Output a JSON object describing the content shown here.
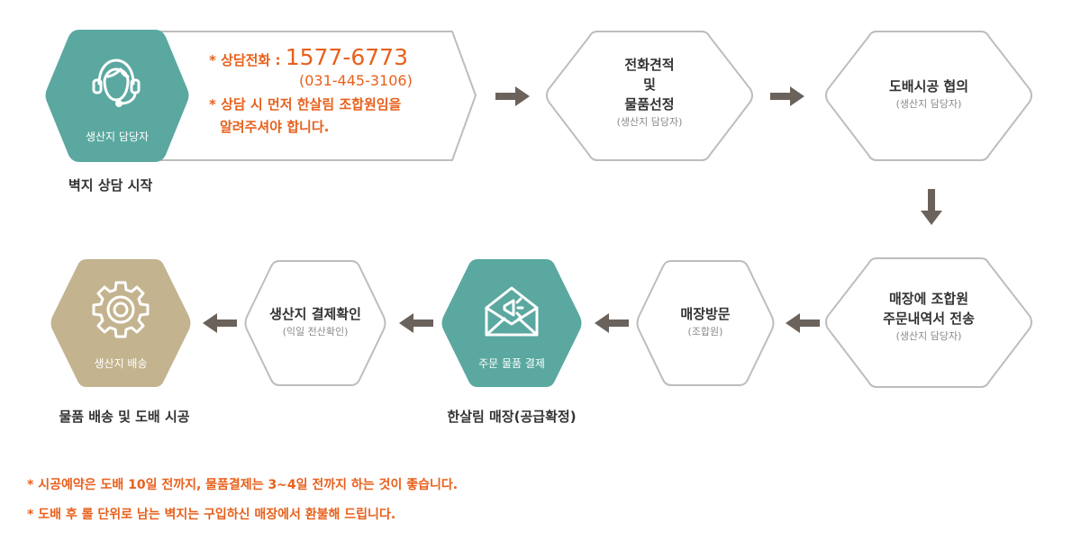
{
  "colors": {
    "teal": "#5aa8a0",
    "gold": "#c3b38f",
    "outline": "#bdbdbd",
    "arrow": "#6a625b",
    "orange": "#e8601c",
    "text": "#333333",
    "subtext": "#8a8a8a"
  },
  "step1": {
    "hex_label": "생산지 담당자",
    "icon": "headset-agent-icon",
    "phone_label": "* 상담전화 : ",
    "phone_number": "1577-6773",
    "phone_alt": "(031-445-3106)",
    "note_line1": "* 상담 시 먼저 한살림 조합원임을",
    "note_line2": "알려주셔야 합니다.",
    "caption": "벽지 상담 시작"
  },
  "step2": {
    "line1": "전화견적",
    "line2": "및",
    "line3": "물품선정",
    "sub": "(생산지 담당자)"
  },
  "step3": {
    "title": "도배시공 협의",
    "sub": "(생산지 담당자)"
  },
  "step4": {
    "line1": "매장에 조합원",
    "line2": "주문내역서 전송",
    "sub": "(생산지 담당자)"
  },
  "step5": {
    "title": "매장방문",
    "sub": "(조합원)"
  },
  "step6": {
    "hex_label": "주문 물품 결제",
    "icon": "envelope-megaphone-icon",
    "caption": "한살림 매장(공급확정)"
  },
  "step7": {
    "title": "생산지 결제확인",
    "sub": "(익일 전산확인)"
  },
  "step8": {
    "hex_label": "생산지 배송",
    "icon": "gear-icon",
    "caption": "물품 배송 및 도배 시공"
  },
  "notes": [
    "* 시공예약은 도배 10일 전까지, 물품결제는 3~4일 전까지 하는 것이 좋습니다.",
    "* 도배 후 롤 단위로 남는 벽지는 구입하신 매장에서 환불해 드립니다."
  ]
}
